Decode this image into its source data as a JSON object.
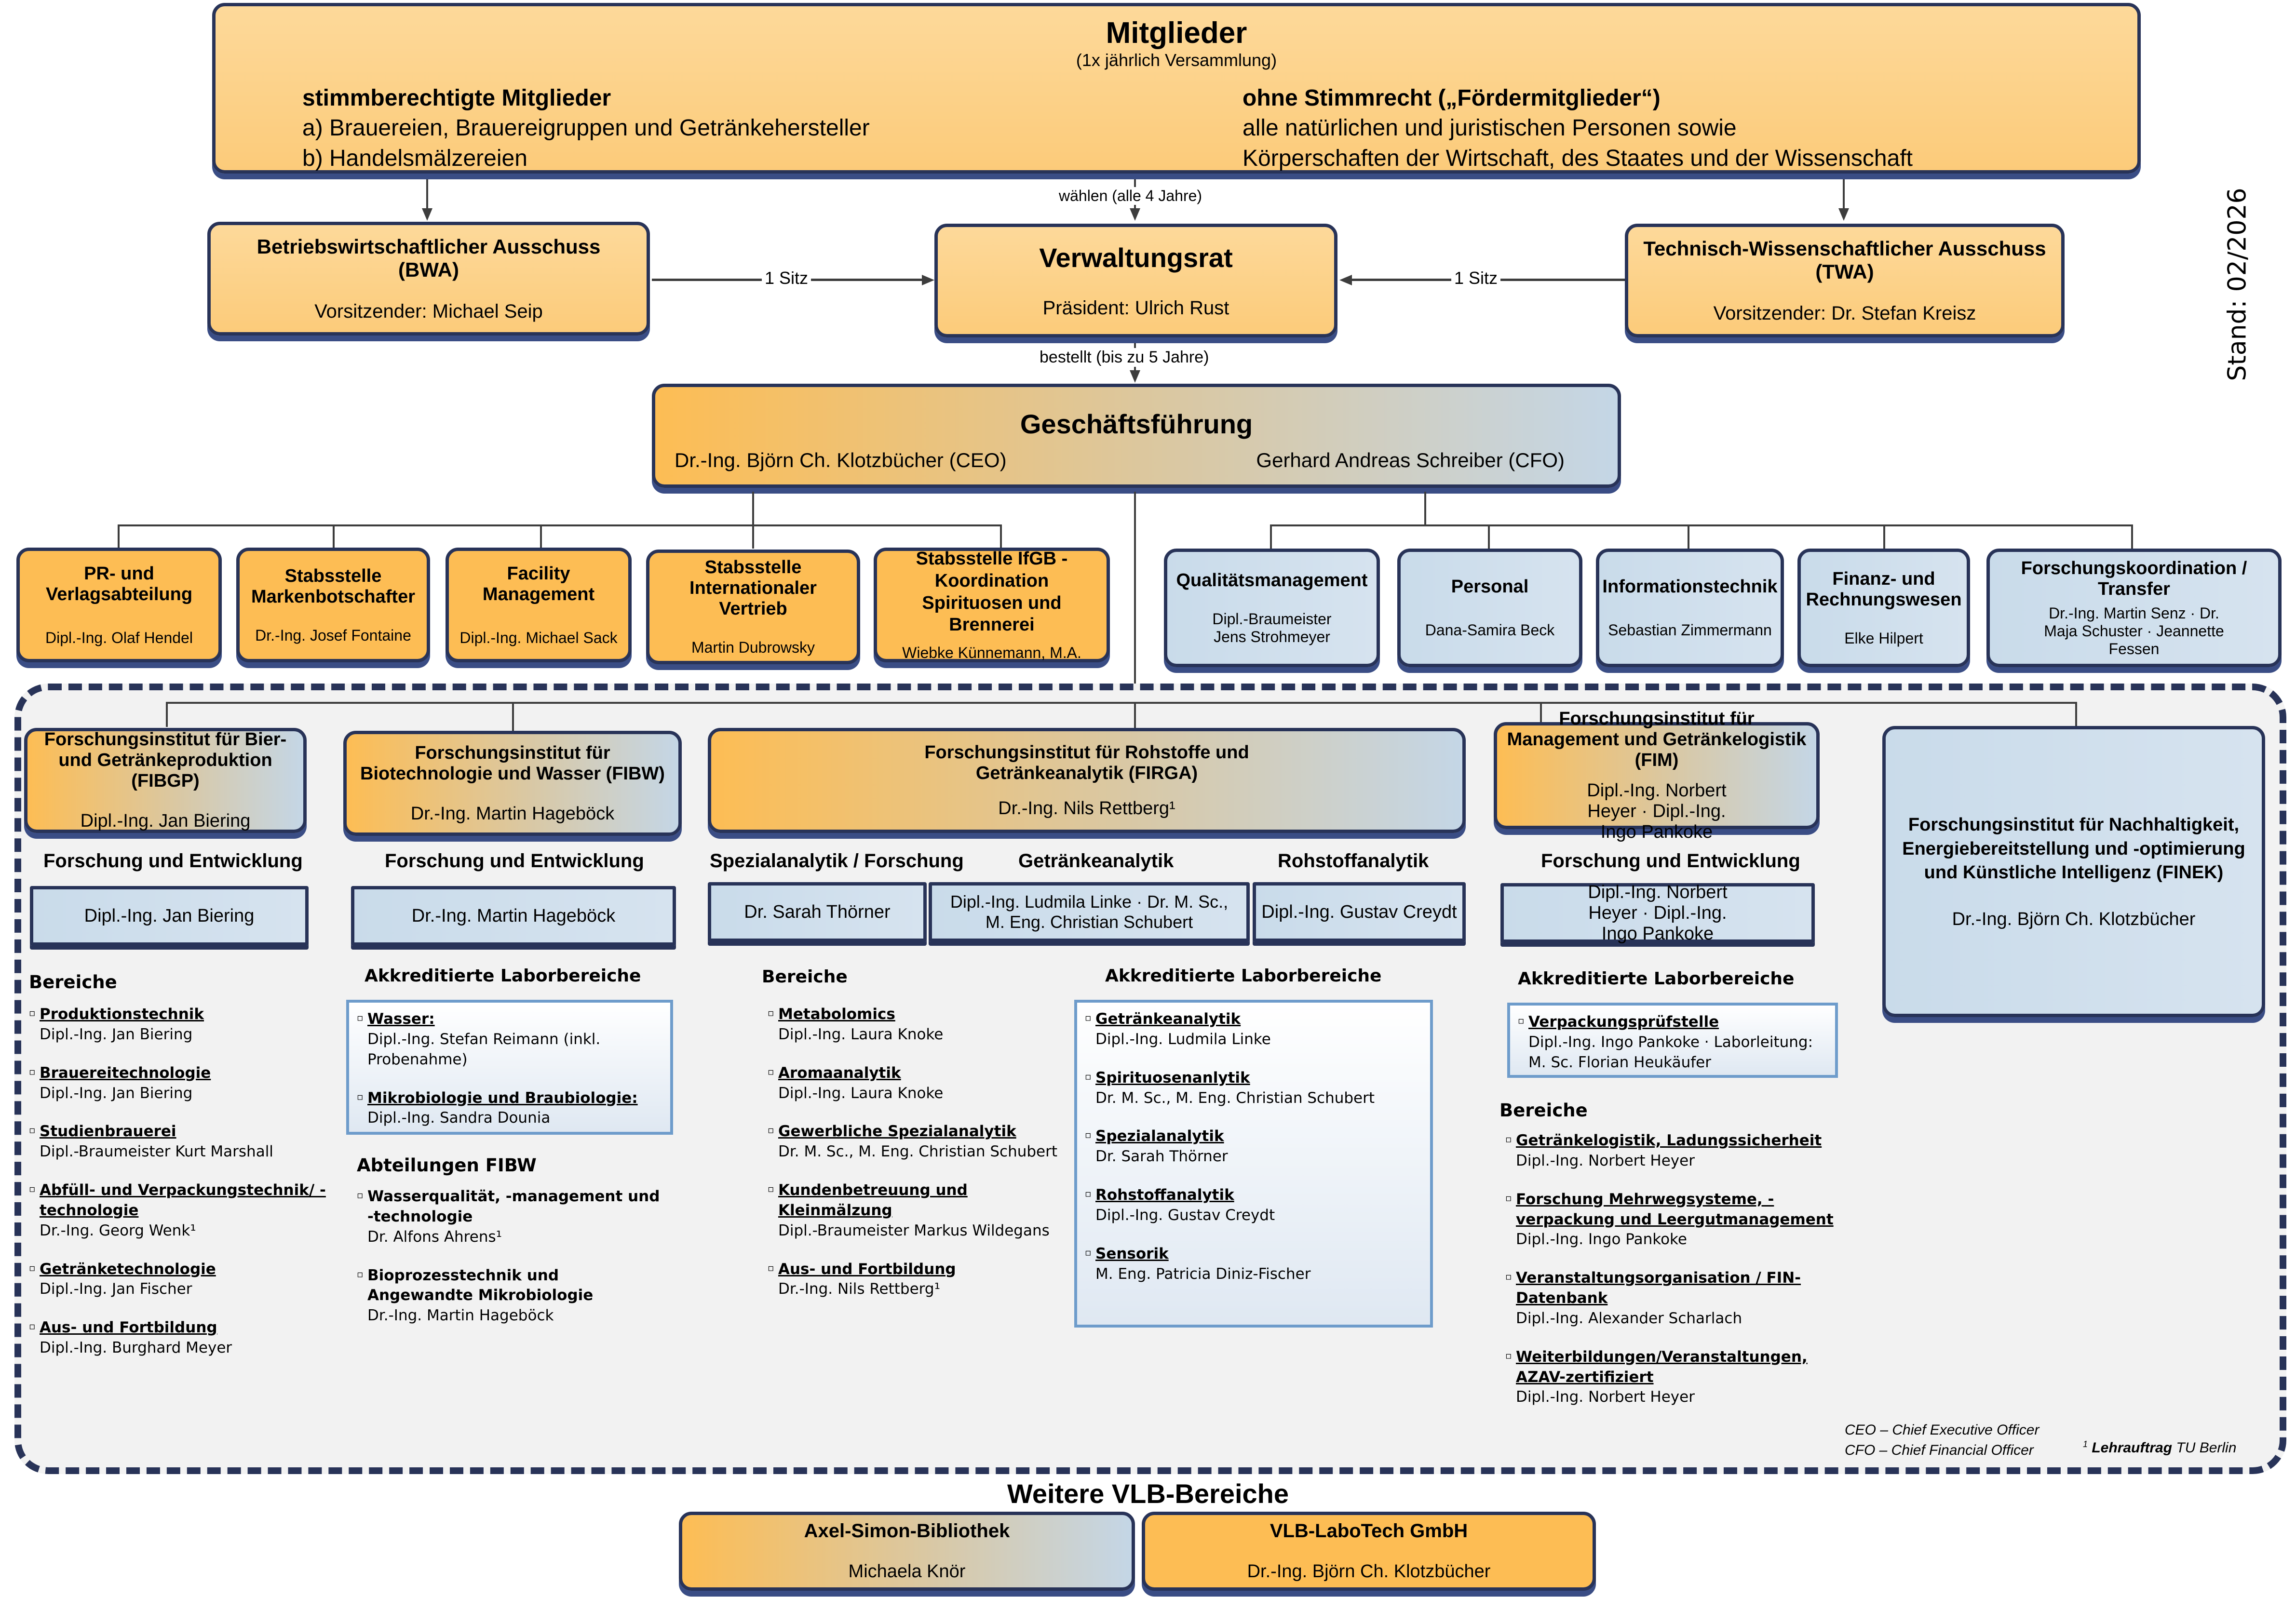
{
  "members": {
    "title": "Mitglieder",
    "subtitle": "(1x jährlich Versammlung)",
    "voting_title": "stimmberechtigte Mitglieder",
    "voting_lines": [
      "a) Brauereien, Brauereigruppen und Getränkehersteller",
      "b) Handelsmälzereien"
    ],
    "nonvoting_title": "ohne Stimmrecht („Fördermitglieder“)",
    "nonvoting_lines": [
      "alle natürlichen und juristischen Personen sowie",
      "Körperschaften der Wirtschaft, des Staates und der Wissenschaft"
    ]
  },
  "edges": {
    "elect": "wählen (alle 4 Jahre)",
    "seat_left": "1 Sitz",
    "seat_right": "1 Sitz",
    "appoint": "bestellt (bis zu 5 Jahre)"
  },
  "bwa": {
    "title": "Betriebswirtschaftlicher Ausschuss",
    "abbr": "(BWA)",
    "person": "Vorsitzender: Michael Seip"
  },
  "board": {
    "title": "Verwaltungsrat",
    "person": "Präsident: Ulrich Rust"
  },
  "twa": {
    "title": "Technisch-Wissenschaftlicher Ausschuss",
    "abbr": "(TWA)",
    "person": "Vorsitzender: Dr. Stefan Kreisz"
  },
  "stand": "Stand: 02/2026",
  "management": {
    "title": "Geschäftsführung",
    "ceo": "Dr.-Ing. Björn Ch. Klotzbücher (CEO)",
    "cfo": "Gerhard Andreas Schreiber (CFO)"
  },
  "staff_left": [
    {
      "title": "PR- und Verlagsabteilung",
      "person": "Dipl.-Ing. Olaf Hendel"
    },
    {
      "title": "Stabsstelle Markenbotschafter",
      "person": "Dr.-Ing. Josef Fontaine"
    },
    {
      "title": "Facility Management",
      "person": "Dipl.-Ing. Michael Sack"
    },
    {
      "title": "Stabsstelle Internationaler Vertrieb",
      "person": "Martin Dubrowsky"
    },
    {
      "title": "Stabsstelle IfGB - Koordination Spirituosen und Brennerei",
      "person": "Wiebke Künnemann, M.A."
    }
  ],
  "staff_right": [
    {
      "title": "Qualitätsmanagement",
      "person": "Dipl.-Braumeister Jens Strohmeyer"
    },
    {
      "title": "Personal",
      "person": "Dana-Samira Beck"
    },
    {
      "title": "Informationstechnik",
      "person": "Sebastian Zimmermann"
    },
    {
      "title": "Finanz- und Rechnungswesen",
      "person": "Elke Hilpert"
    },
    {
      "title": "Forschungskoordination / Transfer",
      "person": "Dr.-Ing. Martin Senz · Dr. Maja Schuster · Jeannette Fessen"
    }
  ],
  "institutes": {
    "fibgp": {
      "title": "Forschungsinstitut für Bier- und Getränkeproduktion (FIBGP)",
      "head": "Dipl.-Ing. Jan Biering",
      "rd_label": "Forschung und Entwicklung",
      "rd_person": "Dipl.-Ing. Jan Biering",
      "areas_label": "Bereiche",
      "areas": [
        {
          "name": "Produktionstechnik",
          "person": "Dipl.-Ing. Jan Biering"
        },
        {
          "name": "Brauereitechnologie",
          "person": "Dipl.-Ing. Jan Biering"
        },
        {
          "name": "Studienbrauerei",
          "person": "Dipl.-Braumeister Kurt Marshall"
        },
        {
          "name": "Abfüll- und Verpackungstechnik/ -technologie",
          "person": "Dr.-Ing. Georg Wenk¹"
        },
        {
          "name": "Getränketechnologie",
          "person": "Dipl.-Ing. Jan Fischer"
        },
        {
          "name": "Aus- und Fortbildung",
          "person": "Dipl.-Ing. Burghard Meyer"
        }
      ]
    },
    "fibw": {
      "title": "Forschungsinstitut für Biotechnologie und Wasser (FIBW)",
      "head": "Dr.-Ing. Martin Hageböck",
      "rd_label": "Forschung und Entwicklung",
      "rd_person": "Dr.-Ing. Martin Hageböck",
      "lab_label": "Akkreditierte Laborbereiche",
      "labs": [
        {
          "name": "Wasser:",
          "person": "Dipl.-Ing. Stefan Reimann (inkl. Probenahme)"
        },
        {
          "name": "Mikrobiologie und Braubiologie:",
          "person": "Dipl.-Ing. Sandra Dounia"
        }
      ],
      "depts_label": "Abteilungen FIBW",
      "depts": [
        {
          "name": "Wasserqualität, -management und -technologie",
          "person": "Dr. Alfons Ahrens¹"
        },
        {
          "name": "Bioprozesstechnik und Angewandte Mikrobiologie",
          "person": "Dr.-Ing. Martin Hageböck"
        }
      ]
    },
    "firga": {
      "title": "Forschungsinstitut für Rohstoffe und Getränkeanalytik (FIRGA)",
      "head": "Dr.-Ing. Nils Rettberg¹",
      "sub": [
        {
          "label": "Spezialanalytik / Forschung",
          "person": "Dr. Sarah Thörner"
        },
        {
          "label": "Getränkeanalytik",
          "person": "Dipl.-Ing. Ludmila Linke · Dr. M. Sc., M. Eng. Christian Schubert"
        },
        {
          "label": "Rohstoffanalytik",
          "person": "Dipl.-Ing. Gustav Creydt"
        }
      ],
      "areas_label": "Bereiche",
      "areas": [
        {
          "name": "Metabolomics",
          "person": "Dipl.-Ing. Laura Knoke"
        },
        {
          "name": "Aromaanalytik",
          "person": "Dipl.-Ing. Laura Knoke"
        },
        {
          "name": "Gewerbliche Spezialanalytik",
          "person": "Dr. M. Sc., M. Eng. Christian Schubert"
        },
        {
          "name": "Kundenbetreuung und Kleinmälzung",
          "person": "Dipl.-Braumeister Markus Wildegans"
        },
        {
          "name": "Aus- und Fortbildung",
          "person": "Dr.-Ing. Nils Rettberg¹"
        }
      ],
      "lab_label": "Akkreditierte Laborbereiche",
      "labs": [
        {
          "name": "Getränkeanalytik",
          "person": "Dipl.-Ing. Ludmila Linke"
        },
        {
          "name": "Spirituosenanlytik",
          "person": "Dr. M. Sc., M. Eng. Christian Schubert"
        },
        {
          "name": "Spezialanalytik",
          "person": "Dr. Sarah Thörner"
        },
        {
          "name": "Rohstoffanalytik",
          "person": "Dipl.-Ing. Gustav Creydt"
        },
        {
          "name": "Sensorik",
          "person": "M. Eng. Patricia Diniz-Fischer"
        }
      ]
    },
    "fim": {
      "title": "Forschungsinstitut für Management und Getränkelogistik (FIM)",
      "head": "Dipl.-Ing. Norbert Heyer · Dipl.-Ing. Ingo Pankoke",
      "rd_label": "Forschung und Entwicklung",
      "rd_person": "Dipl.-Ing. Norbert Heyer · Dipl.-Ing. Ingo Pankoke",
      "lab_label": "Akkreditierte Laborbereiche",
      "labs": [
        {
          "name": "Verpackungsprüfstelle",
          "person": "Dipl.-Ing. Ingo Pankoke · Laborleitung: M. Sc. Florian Heukäufer"
        }
      ],
      "areas_label": "Bereiche",
      "areas": [
        {
          "name": "Getränkelogistik, Ladungssicherheit",
          "person": "Dipl.-Ing. Norbert Heyer"
        },
        {
          "name": "Forschung Mehrwegsysteme, -verpackung und Leergutmanagement",
          "person": "Dipl.-Ing. Ingo Pankoke"
        },
        {
          "name": "Veranstaltungsorganisation / FIN-Datenbank",
          "person": "Dipl.-Ing. Alexander Scharlach"
        },
        {
          "name": "Weiterbildungen/Veranstaltungen, AZAV-zertifiziert",
          "person": "Dipl.-Ing. Norbert Heyer"
        }
      ]
    },
    "finek": {
      "title": "Forschungsinstitut für Nachhaltigkeit, Energiebereitstellung und -optimierung und Künstliche Intelligenz (FINEK)",
      "head": "Dr.-Ing. Björn Ch. Klotzbücher"
    }
  },
  "legend": {
    "ceo": "CEO – Chief Executive Officer",
    "cfo": "CFO – Chief Financial Officer",
    "footnote_mark": "1",
    "footnote_bold": "Lehrauftrag",
    "footnote_rest": " TU Berlin"
  },
  "further": {
    "title": "Weitere VLB-Bereiche",
    "items": [
      {
        "title": "Axel-Simon-Bibliothek",
        "person": "Michaela Knör"
      },
      {
        "title": "VLB-LaboTech GmbH",
        "person": "Dr.-Ing. Björn Ch. Klotzbücher"
      }
    ]
  },
  "colors": {
    "navy": "#283358",
    "orange": "#fdbd54",
    "light_orange": "#fdd99a",
    "light_blue": "#c9dbea",
    "panel": "#f2f2f2",
    "lab_border": "#6e9ccb"
  }
}
